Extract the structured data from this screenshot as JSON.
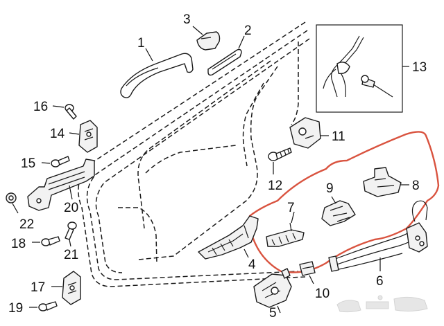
{
  "diagram": {
    "callouts": {
      "c1": "1",
      "c2": "2",
      "c3": "3",
      "c4": "4",
      "c5": "5",
      "c6": "6",
      "c7": "7",
      "c8": "8",
      "c9": "9",
      "c10": "10",
      "c11": "11",
      "c12": "12",
      "c13": "13",
      "c14": "14",
      "c15": "15",
      "c16": "16",
      "c17": "17",
      "c18": "18",
      "c19": "19",
      "c20": "20",
      "c21": "21",
      "c22": "22"
    },
    "highlight_color": "#d9533f",
    "watermark_icon": "watermark-logo"
  }
}
